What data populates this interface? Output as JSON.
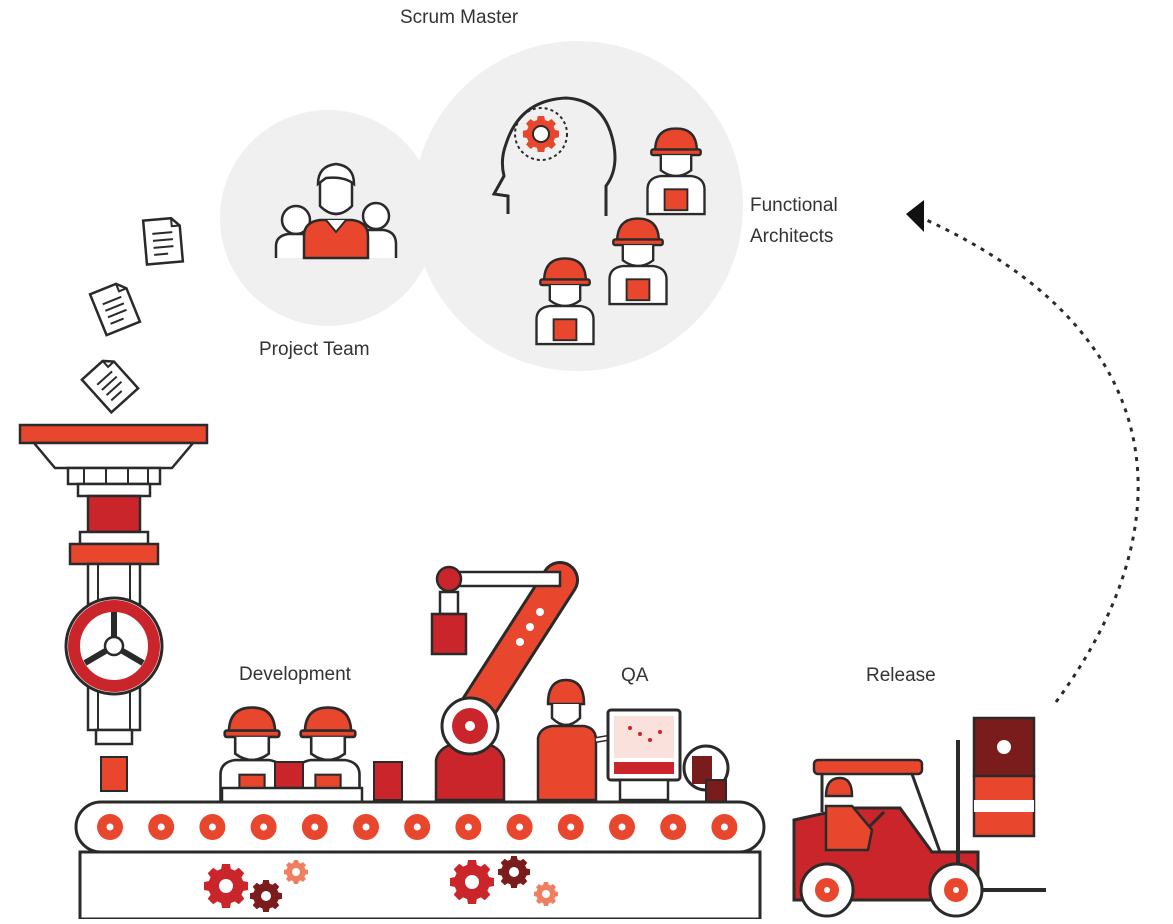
{
  "labels": {
    "scrum_master": "Scrum Master",
    "project_team": "Project Team",
    "functional_architects_line1": "Functional",
    "functional_architects_line2": "Architects",
    "development": "Development",
    "qa": "QA",
    "release": "Release"
  },
  "colors": {
    "accent_red": "#e8472e",
    "dark_red": "#c9252b",
    "maroon": "#7a1c1c",
    "outline": "#2a2a2a",
    "circle_bg": "#f0f0f0",
    "text": "#333333"
  },
  "icons": [
    "document-icon",
    "team-icon",
    "head-gear-icon",
    "worker-icon",
    "gear-icon",
    "robot-arm-icon",
    "forklift-icon",
    "hopper-icon",
    "valve-wheel-icon",
    "screen-icon",
    "magnifier-icon"
  ]
}
